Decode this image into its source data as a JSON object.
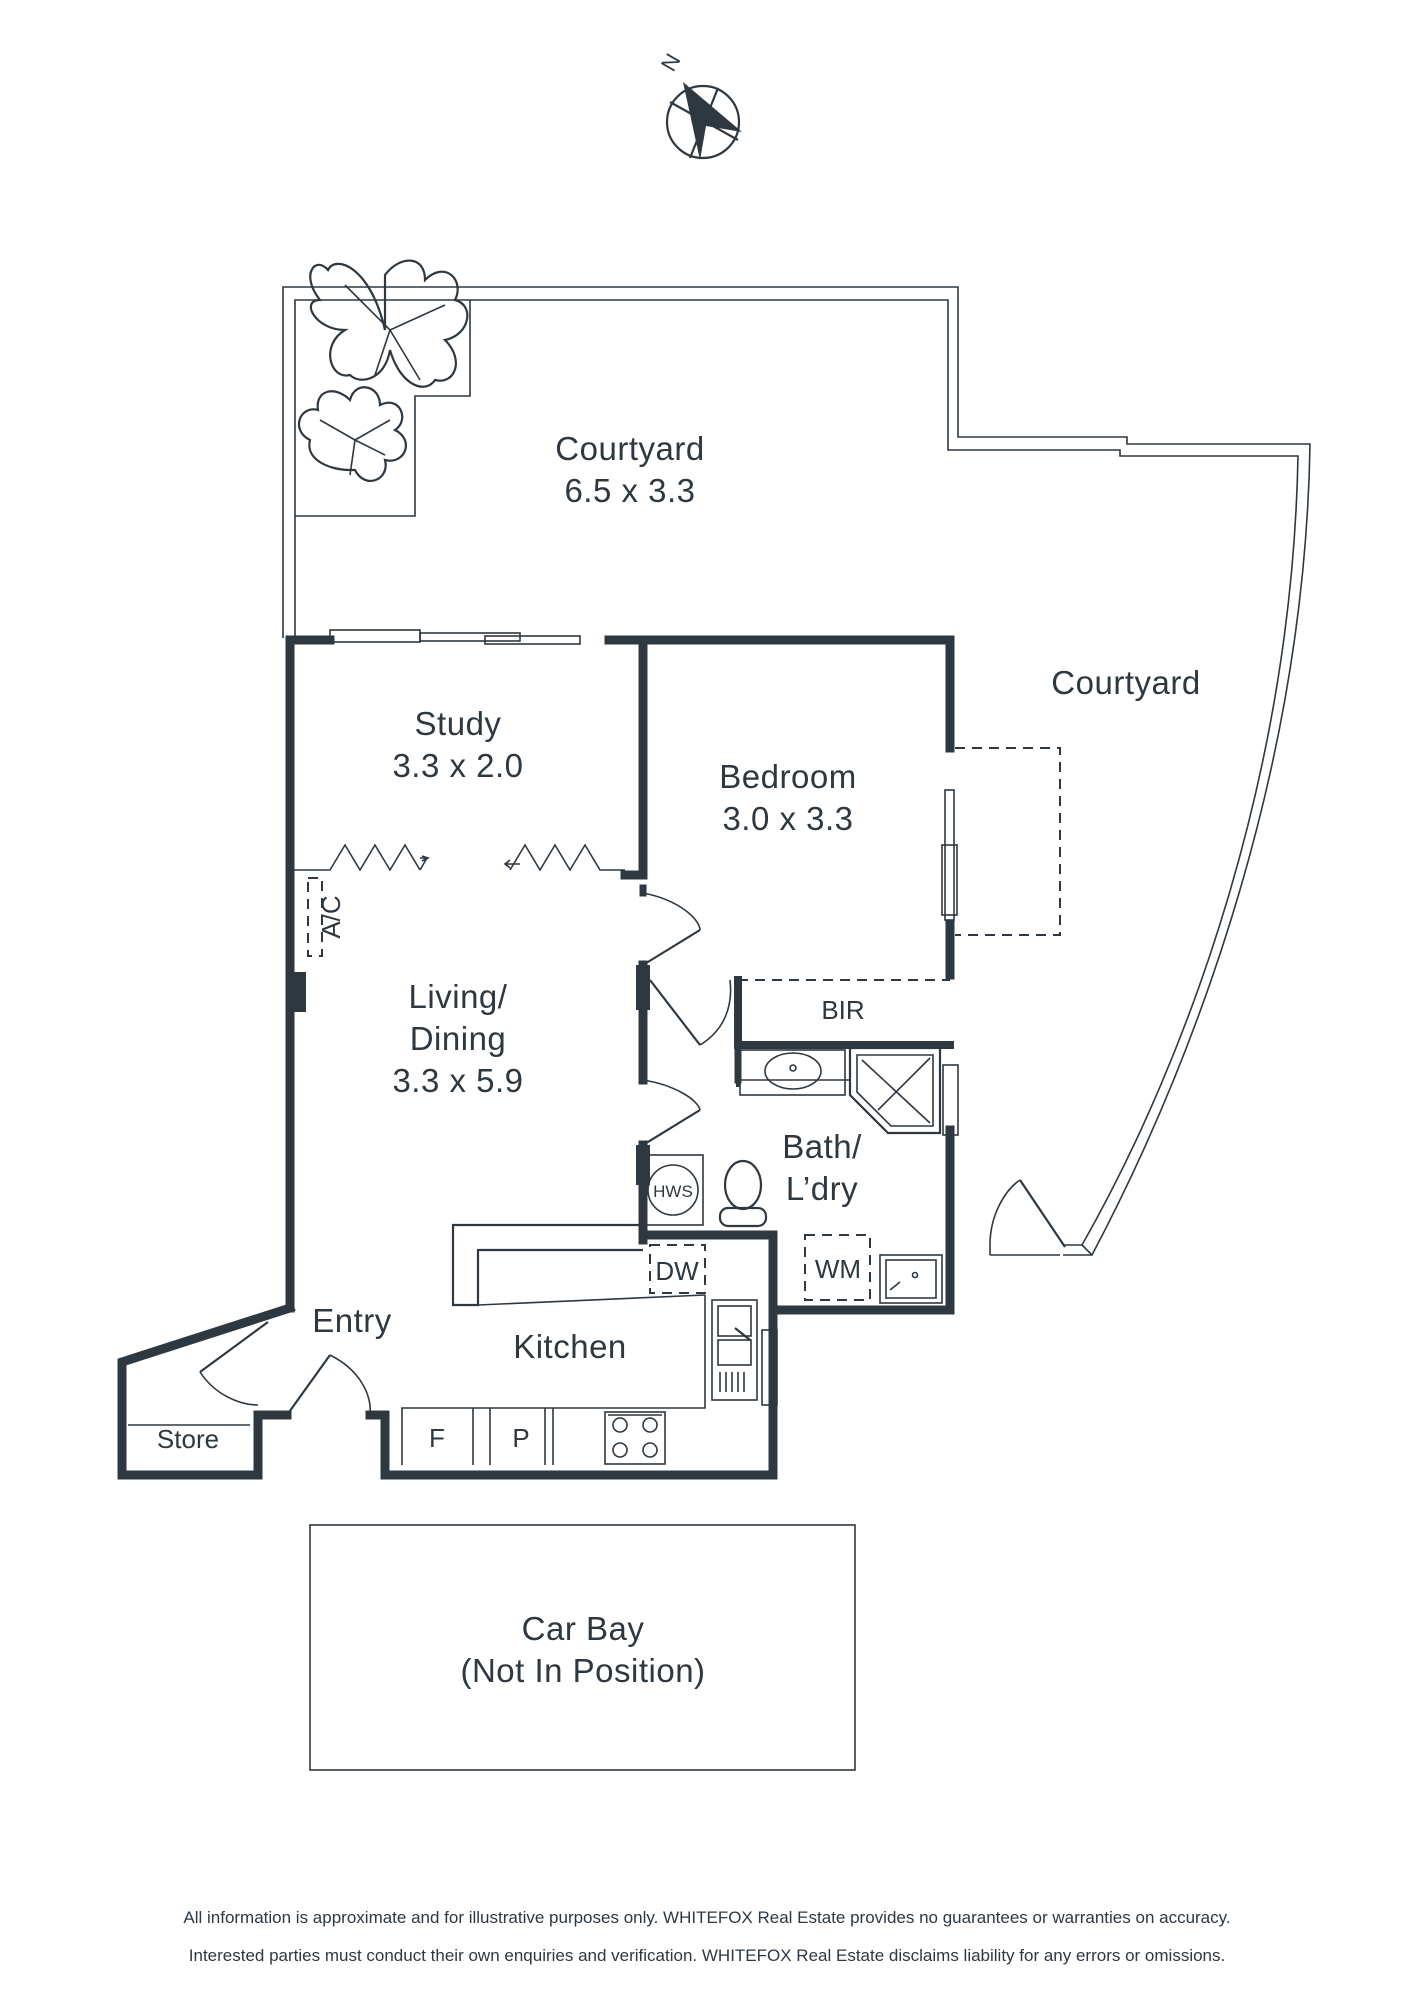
{
  "compass": {
    "label": "N"
  },
  "rooms": {
    "courtyard_main": {
      "name": "Courtyard",
      "size": "6.5 x 3.3"
    },
    "courtyard_side": {
      "name": "Courtyard"
    },
    "study": {
      "name": "Study",
      "size": "3.3 x 2.0"
    },
    "bedroom": {
      "name": "Bedroom",
      "size": "3.0 x 3.3"
    },
    "living": {
      "name_line1": "Living/",
      "name_line2": "Dining",
      "size": "3.3 x 5.9"
    },
    "bath": {
      "name_line1": "Bath/",
      "name_line2": "L’dry"
    },
    "kitchen": {
      "name": "Kitchen"
    },
    "entry": {
      "name": "Entry"
    },
    "store": {
      "name": "Store"
    },
    "car_bay": {
      "name_line1": "Car Bay",
      "name_line2": "(Not In Position)"
    }
  },
  "fixtures": {
    "ac": "A/C",
    "bir": "BIR",
    "hws": "HWS",
    "dw": "DW",
    "wm": "WM",
    "fridge": "F",
    "pantry": "P"
  },
  "disclaimer": {
    "line1": "All information is approximate and for illustrative purposes only. WHITEFOX Real Estate provides no guarantees or warranties on accuracy.",
    "line2": "Interested parties must conduct their own enquiries and verification. WHITEFOX Real Estate disclaims liability for any errors or omissions."
  }
}
